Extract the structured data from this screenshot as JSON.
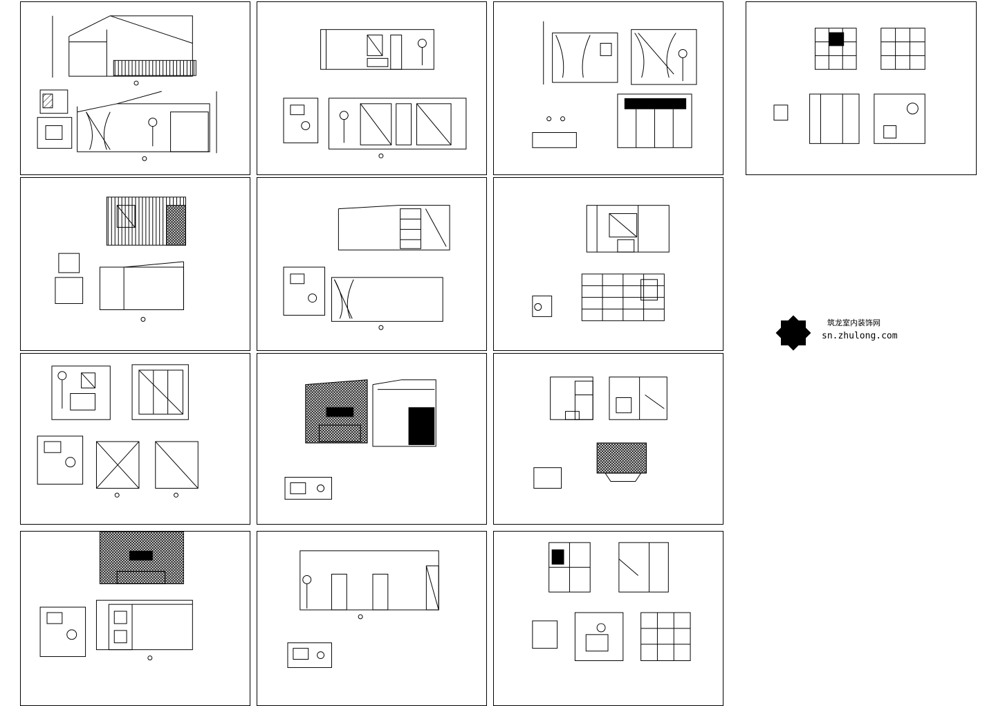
{
  "drawing_set": {
    "sheets": [
      {
        "id": "s1",
        "type": "elevation-with-plan"
      },
      {
        "id": "s2",
        "type": "elevation-with-plan"
      },
      {
        "id": "s3",
        "type": "elevation-with-plan"
      },
      {
        "id": "s4",
        "type": "bathroom-elevations"
      },
      {
        "id": "s5",
        "type": "elevation-with-plan"
      },
      {
        "id": "s6",
        "type": "elevation-with-plan"
      },
      {
        "id": "s7",
        "type": "elevation-with-plan"
      },
      {
        "id": "s8",
        "type": "elevation-with-plan"
      },
      {
        "id": "s9",
        "type": "elevation-with-plan"
      },
      {
        "id": "s10",
        "type": "elevation-with-plan"
      },
      {
        "id": "s11",
        "type": "elevation-with-plan"
      },
      {
        "id": "s12",
        "type": "elevation-with-plan"
      },
      {
        "id": "s13",
        "type": "elevation-with-plan"
      }
    ]
  },
  "watermark": {
    "logo_icon": "eight-point-star-logo",
    "line1": "筑龙室内装饰网",
    "line2": "sn.zhulong.com"
  },
  "colors": {
    "ink": "#000000",
    "paper": "#ffffff"
  }
}
